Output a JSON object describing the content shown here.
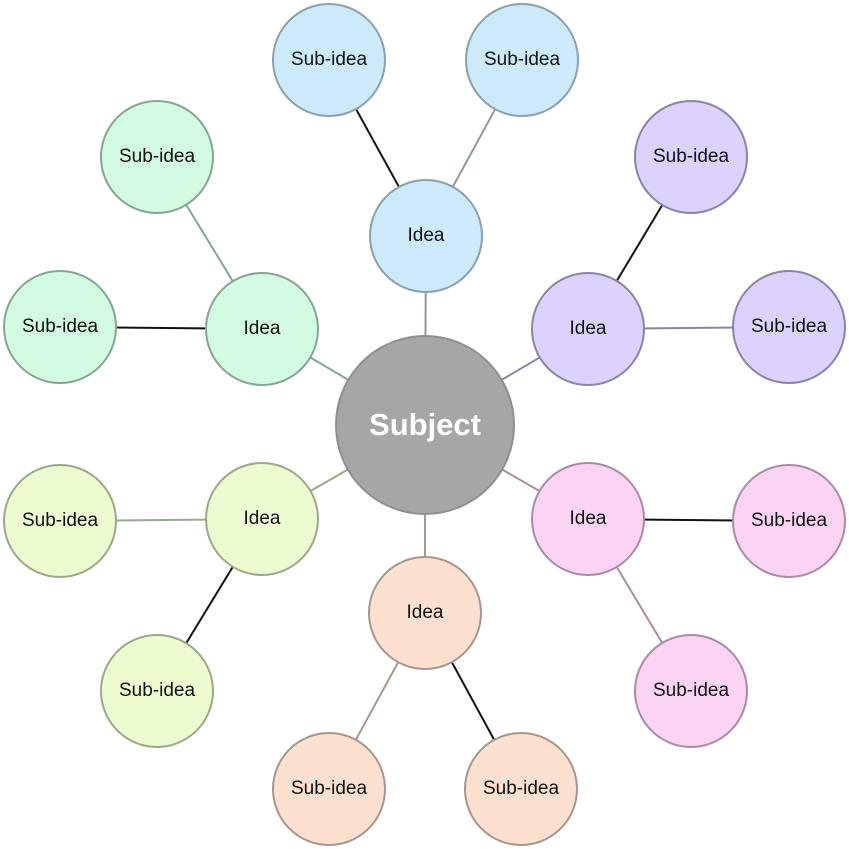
{
  "subject": {
    "label": "Subject",
    "fill": "#a6a6a6",
    "stroke": "#8f8f8f"
  },
  "branches": [
    {
      "key": "top",
      "idea": "Idea",
      "fill": "#cdeafb",
      "stroke": "#8b9fac",
      "subs": [
        "Sub-idea",
        "Sub-idea"
      ]
    },
    {
      "key": "right",
      "idea": "Idea",
      "fill": "#dcd2fb",
      "stroke": "#8b83a8",
      "subs": [
        "Sub-idea",
        "Sub-idea"
      ]
    },
    {
      "key": "lower-right",
      "idea": "Idea",
      "fill": "#fbd3f3",
      "stroke": "#aa8ba3",
      "subs": [
        "Sub-idea",
        "Sub-idea"
      ]
    },
    {
      "key": "bottom",
      "idea": "Idea",
      "fill": "#fde0cf",
      "stroke": "#a9968a",
      "subs": [
        "Sub-idea",
        "Sub-idea"
      ]
    },
    {
      "key": "lower-left",
      "idea": "Idea",
      "fill": "#ecfbd0",
      "stroke": "#9aa98a",
      "subs": [
        "Sub-idea",
        "Sub-idea"
      ]
    },
    {
      "key": "left",
      "idea": "Idea",
      "fill": "#d2fbe2",
      "stroke": "#86a594",
      "subs": [
        "Sub-idea",
        "Sub-idea"
      ]
    }
  ]
}
